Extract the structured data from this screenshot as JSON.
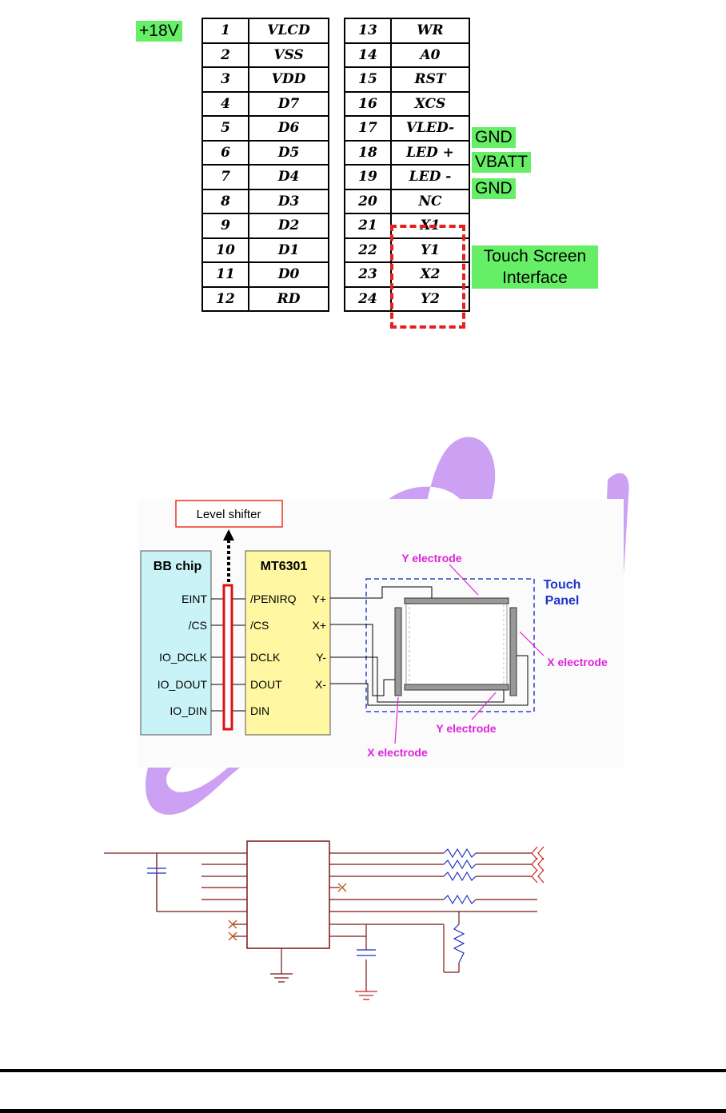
{
  "pin_table": {
    "left": [
      {
        "pin": "1",
        "signal": "VLCD"
      },
      {
        "pin": "2",
        "signal": "VSS"
      },
      {
        "pin": "3",
        "signal": "VDD"
      },
      {
        "pin": "4",
        "signal": "D7"
      },
      {
        "pin": "5",
        "signal": "D6"
      },
      {
        "pin": "6",
        "signal": "D5"
      },
      {
        "pin": "7",
        "signal": "D4"
      },
      {
        "pin": "8",
        "signal": "D3"
      },
      {
        "pin": "9",
        "signal": "D2"
      },
      {
        "pin": "10",
        "signal": "D1"
      },
      {
        "pin": "11",
        "signal": "D0"
      },
      {
        "pin": "12",
        "signal": "RD"
      }
    ],
    "right": [
      {
        "pin": "13",
        "signal": "WR"
      },
      {
        "pin": "14",
        "signal": "A0"
      },
      {
        "pin": "15",
        "signal": "RST"
      },
      {
        "pin": "16",
        "signal": "XCS"
      },
      {
        "pin": "17",
        "signal": "VLED-"
      },
      {
        "pin": "18",
        "signal": "LED +"
      },
      {
        "pin": "19",
        "signal": "LED -"
      },
      {
        "pin": "20",
        "signal": "NC"
      },
      {
        "pin": "21",
        "signal": "X1"
      },
      {
        "pin": "22",
        "signal": "Y1"
      },
      {
        "pin": "23",
        "signal": "X2"
      },
      {
        "pin": "24",
        "signal": "Y2"
      }
    ],
    "tags": {
      "vlcd": "+18V",
      "vled_minus": "GND",
      "led_plus": "VBATT",
      "led_minus": "GND",
      "touch_line1": "Touch Screen",
      "touch_line2": "Interface"
    }
  },
  "block_diagram": {
    "level_shifter": "Level shifter",
    "bb_chip": {
      "title": "BB chip",
      "pins": [
        "EINT",
        "/CS",
        "IO_DCLK",
        "IO_DOUT",
        "IO_DIN"
      ]
    },
    "mt6301": {
      "title": "MT6301",
      "left_pins": [
        "/PENIRQ",
        "/CS",
        "DCLK",
        "DOUT",
        "DIN"
      ],
      "right_pins": [
        "Y+",
        "X+",
        "Y-",
        "X-"
      ]
    },
    "touch_panel": {
      "line1": "Touch",
      "line2": "Panel"
    },
    "labels": {
      "y_top": "Y electrode",
      "x_right": "X electrode",
      "y_bottom": "Y electrode",
      "x_left": "X electrode"
    }
  },
  "colors": {
    "tag_green": "#66ee66",
    "bb_chip_fill": "#c9f3f6",
    "mt6301_fill": "#fff7a1",
    "level_shifter_border": "#ee3322",
    "electrode_label": "#dd22dd",
    "touch_panel_label": "#2233cc",
    "watermark": "#c38ff0",
    "schematic_wire": "#7a1616",
    "schematic_blue": "#1e2fbf"
  }
}
